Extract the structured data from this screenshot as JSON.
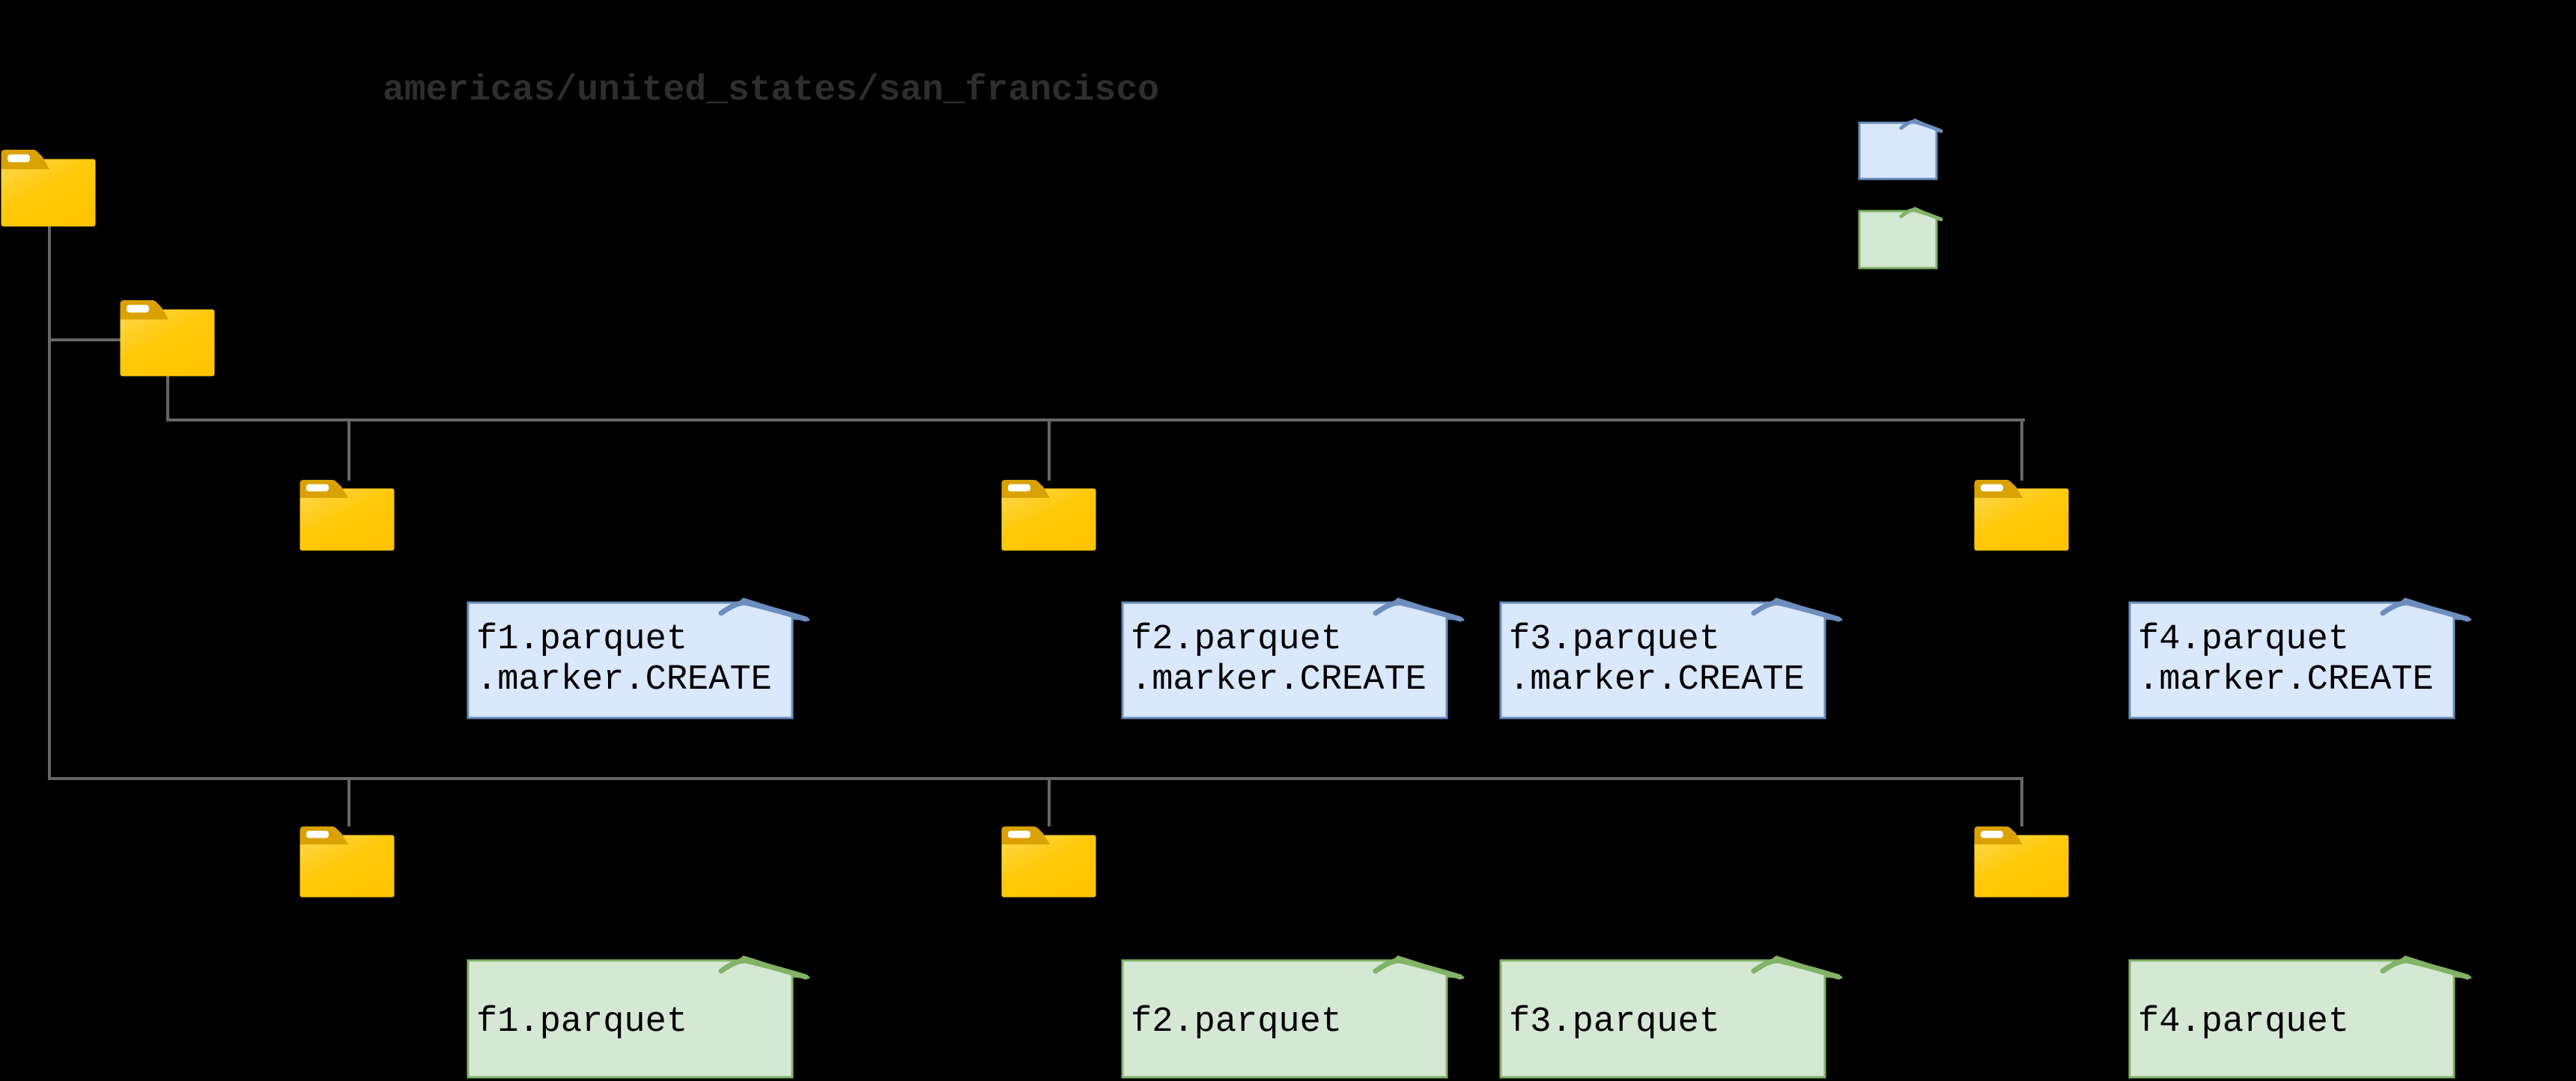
{
  "title": {
    "text": "americas/united_states/san_francisco"
  },
  "legend": {
    "items": [
      {
        "name": "marker-file-note",
        "shape": "note-with-folded-corner",
        "fill": "#dae8fc",
        "stroke": "#6c8ebf"
      },
      {
        "name": "data-file-note",
        "shape": "note-with-folded-corner",
        "fill": "#d5e8d4",
        "stroke": "#82b366"
      }
    ]
  },
  "tree": {
    "root_folder_count": 1,
    "child_folder_count": 1,
    "marker_row_folder_count": 3,
    "data_row_folder_count": 3,
    "folder_labels_visible": false
  },
  "notes": {
    "marker_files": [
      {
        "line1": "f1.parquet",
        "line2": ".marker.CREATE"
      },
      {
        "line1": "f2.parquet",
        "line2": ".marker.CREATE"
      },
      {
        "line1": "f3.parquet",
        "line2": ".marker.CREATE"
      },
      {
        "line1": "f4.parquet",
        "line2": ".marker.CREATE"
      }
    ],
    "data_files": [
      {
        "text": "f1.parquet"
      },
      {
        "text": "f2.parquet"
      },
      {
        "text": "f3.parquet"
      },
      {
        "text": "f4.parquet"
      }
    ]
  },
  "colors": {
    "background": "#000000",
    "title_text": "#2e2e2e",
    "note_text": "#000000",
    "connector": "#666666",
    "blue_fill": "#dae8fc",
    "blue_stroke": "#6c8ebf",
    "green_fill": "#d5e8d4",
    "green_stroke": "#82b366",
    "folder_body": "#ffc400",
    "folder_body_light": "#ffd84f",
    "folder_tab": "#d9a202",
    "folder_stripe": "#ffffff"
  }
}
